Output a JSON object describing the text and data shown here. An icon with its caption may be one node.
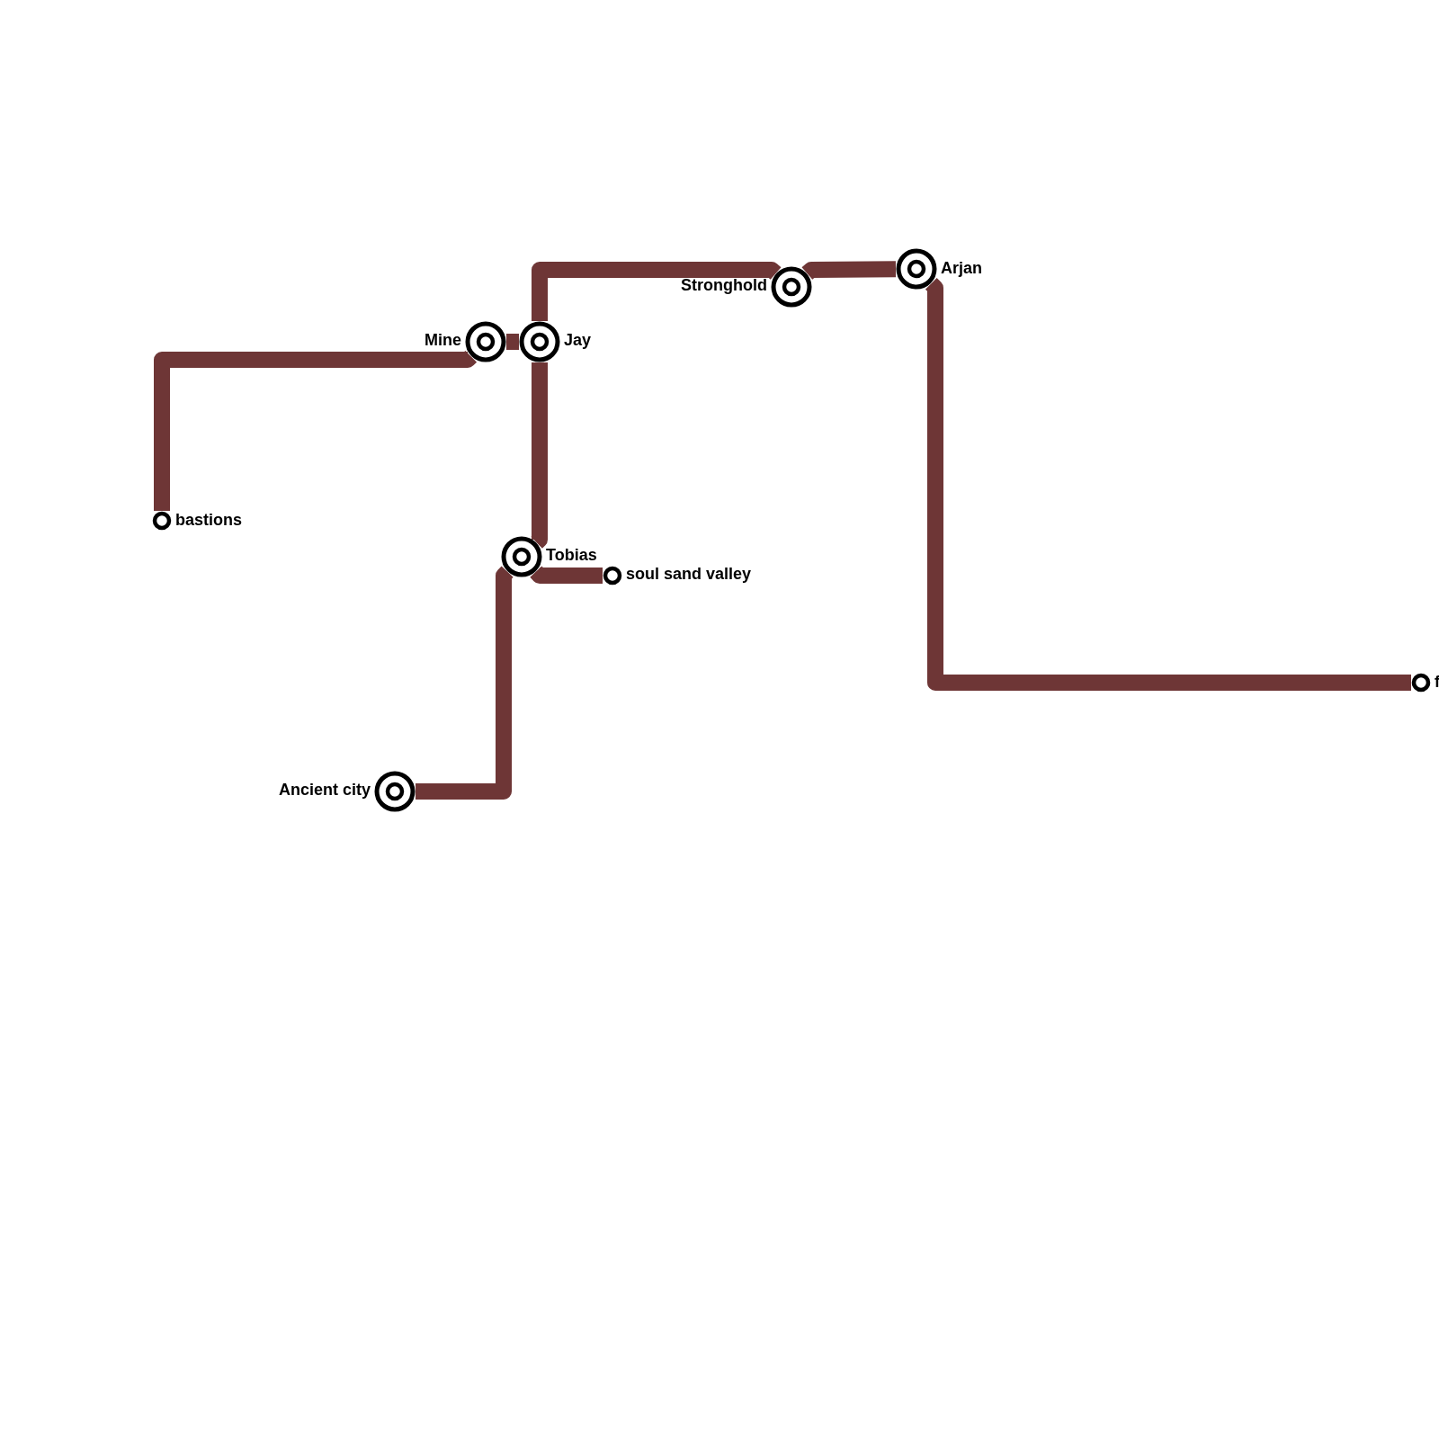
{
  "diagram": {
    "nodes": [
      {
        "text": [
          "bastions"
        ]
      },
      {
        "text": [
          "Mine"
        ]
      },
      {
        "text": [
          "Jay"
        ]
      },
      {
        "text": [
          "Stronghold"
        ]
      },
      {
        "text": [
          "Arjan"
        ]
      },
      {
        "text": [
          "f"
        ]
      },
      {
        "text": [
          "Tobias"
        ]
      },
      {
        "text": [
          "soul sand valley"
        ]
      },
      {
        "text": [
          "Ancient city"
        ]
      }
    ],
    "edges": [
      {
        "from": 0,
        "to": 1,
        "arrow": "none"
      },
      {
        "from": 1,
        "to": 2,
        "arrow": "none"
      },
      {
        "from": 2,
        "to": 3,
        "arrow": "none"
      },
      {
        "from": 3,
        "to": 4,
        "arrow": "none"
      },
      {
        "from": 4,
        "to": 5,
        "arrow": "none"
      },
      {
        "from": 2,
        "to": 6,
        "arrow": "none"
      },
      {
        "from": 6,
        "to": 7,
        "arrow": "none"
      },
      {
        "from": 6,
        "to": 8,
        "arrow": "none"
      }
    ]
  }
}
